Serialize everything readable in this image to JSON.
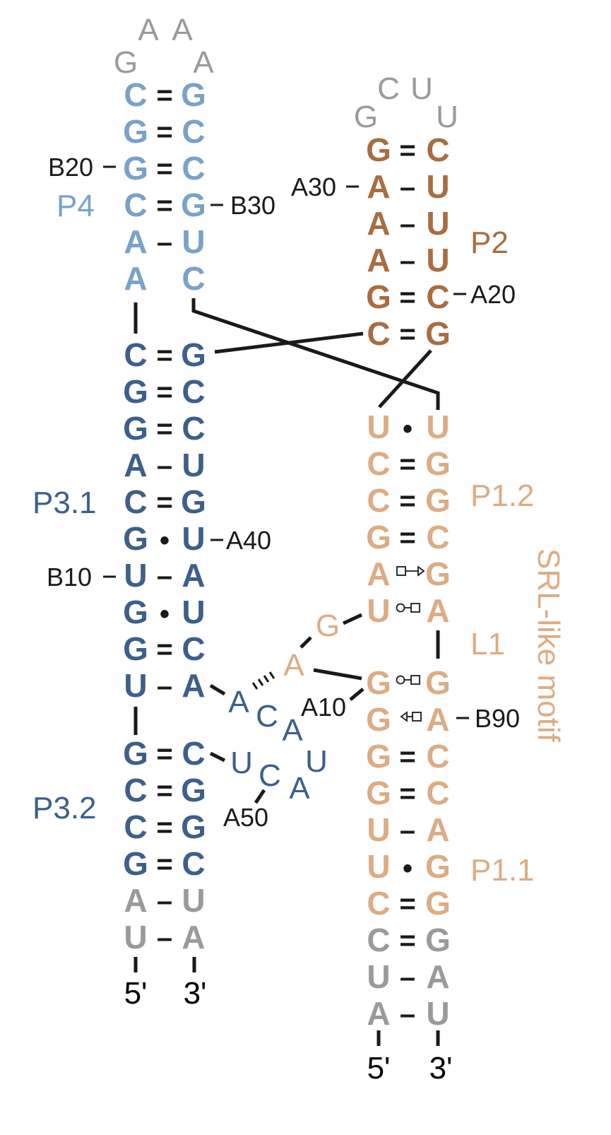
{
  "colors": {
    "P4": "#7aa2c9",
    "P3": "#3d5f8a",
    "P2": "#a86d40",
    "P1": "#dcac84",
    "grey": "#9a9a9a",
    "black": "#1a1a1a"
  },
  "nucleotides": {
    "left_strand": [
      "C",
      "G",
      "G",
      "C",
      "A",
      "A",
      "C",
      "G",
      "G",
      "A",
      "C",
      "G",
      "U",
      "G",
      "G",
      "U",
      "G",
      "C",
      "C",
      "G",
      "A",
      "U"
    ],
    "left_partner": [
      "G",
      "C",
      "C",
      "G",
      "U",
      "C",
      "G",
      "C",
      "C",
      "U",
      "G",
      "U",
      "A",
      "U",
      "C",
      "A",
      "C",
      "G",
      "G",
      "C",
      "U",
      "A"
    ],
    "p4_loop": [
      "G",
      "A",
      "A",
      "A"
    ],
    "p2_strand": [
      "G",
      "A",
      "A",
      "A",
      "G",
      "C"
    ],
    "p2_partner": [
      "C",
      "U",
      "U",
      "U",
      "C",
      "G"
    ],
    "p2_loop": [
      "G",
      "C",
      "U",
      "U"
    ],
    "p1_strand": [
      "U",
      "C",
      "C",
      "G",
      "A",
      "U",
      "G",
      "G",
      "G",
      "G",
      "U",
      "U",
      "C",
      "C",
      "U",
      "A"
    ],
    "p1_partner": [
      "U",
      "G",
      "G",
      "C",
      "G",
      "A",
      "G",
      "A",
      "C",
      "C",
      "A",
      "G",
      "G",
      "G",
      "A",
      "U"
    ],
    "junction_a": [
      "A",
      "C",
      "A",
      "U"
    ],
    "junction_b": [
      "U",
      "C",
      "A",
      "U"
    ],
    "l1_loop": [
      "A",
      "G"
    ]
  },
  "pair_symbols": {
    "dash": "–",
    "equal": "=",
    "dot": "•"
  },
  "labels": {
    "B20": "B20",
    "B30": "B30",
    "A30": "A30",
    "A20": "A20",
    "A40": "A40",
    "B10": "B10",
    "A10": "A10",
    "B90": "B90",
    "A50": "A50"
  },
  "helices": {
    "P4": "P4",
    "P2": "P2",
    "P31": "P3.1",
    "P12": "P1.2",
    "L1": "L1",
    "P32": "P3.2",
    "P11": "P1.1",
    "SRL": "SRL-like motif"
  },
  "ends": {
    "five_prime": "5'",
    "three_prime": "3'"
  },
  "icons": [
    "square-arrow-icon",
    "circle-square-icon",
    "arrow-square-icon"
  ]
}
